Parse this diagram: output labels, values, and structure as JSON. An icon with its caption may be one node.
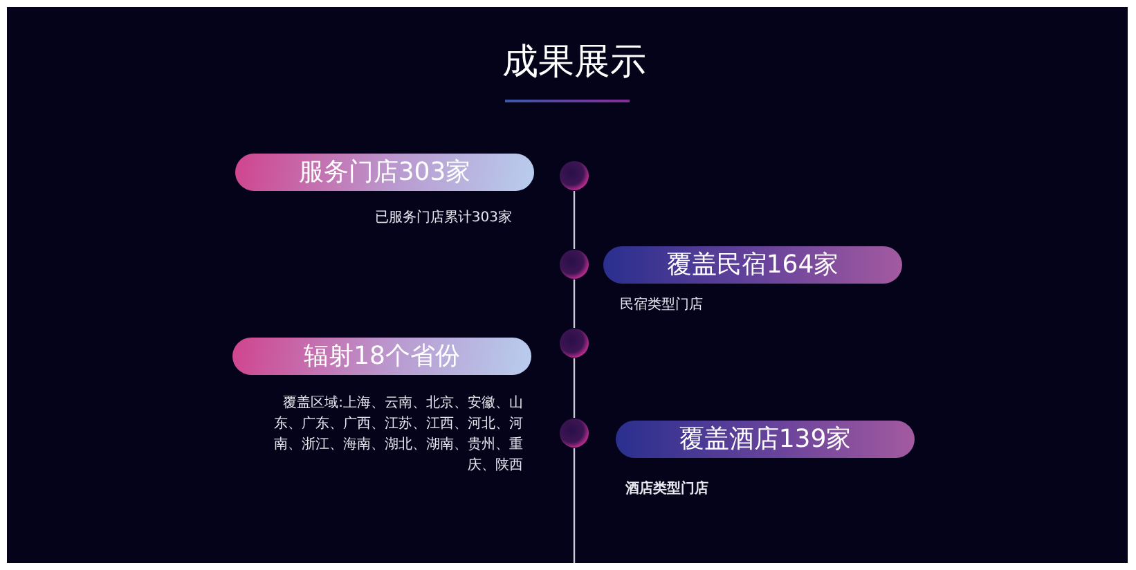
{
  "diagram": {
    "title": "成果展示",
    "nodes": [
      {
        "text": [
          "服务门店303家"
        ],
        "beside": [
          "已服务门店累计303家"
        ]
      },
      {
        "text": [
          "覆盖民宿164家"
        ],
        "beside": [
          "民宿类型门店"
        ]
      },
      {
        "text": [
          "辐射18个省份"
        ],
        "beside": [
          "覆盖区域:上海、云南、北京、安徽、山东、广东、广西、江苏、江西、河北、河南、浙江、海南、湖北、湖南、贵州、重庆、陕西"
        ]
      },
      {
        "text": [
          "覆盖酒店139家"
        ],
        "beside": [
          "酒店类型门店"
        ]
      },
      {
        "text": [],
        "shape": "circle"
      },
      {
        "text": [],
        "shape": "circle"
      },
      {
        "text": [],
        "shape": "circle"
      },
      {
        "text": [],
        "shape": "circle"
      }
    ],
    "edges": [
      {
        "from": 4,
        "to": 5,
        "arrow": "none"
      },
      {
        "from": 5,
        "to": 6,
        "arrow": "none"
      },
      {
        "from": 6,
        "to": 7,
        "arrow": "none"
      },
      {
        "from": 7,
        "to": null,
        "arrow": "none"
      }
    ]
  }
}
